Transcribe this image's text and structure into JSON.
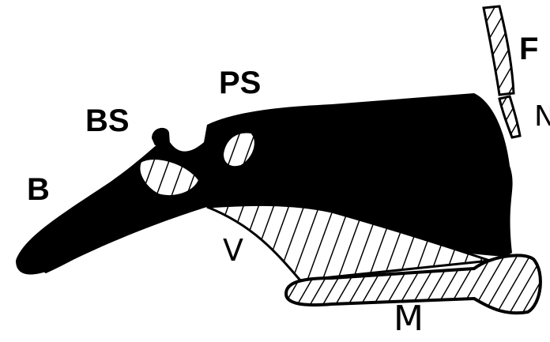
{
  "diagram": {
    "labels": {
      "b": "B",
      "bs": "BS",
      "ps": "PS",
      "f": "F",
      "v": "V",
      "m": "M",
      "n_partial": "N"
    },
    "colors": {
      "ink": "#000000",
      "paper": "#ffffff"
    }
  }
}
